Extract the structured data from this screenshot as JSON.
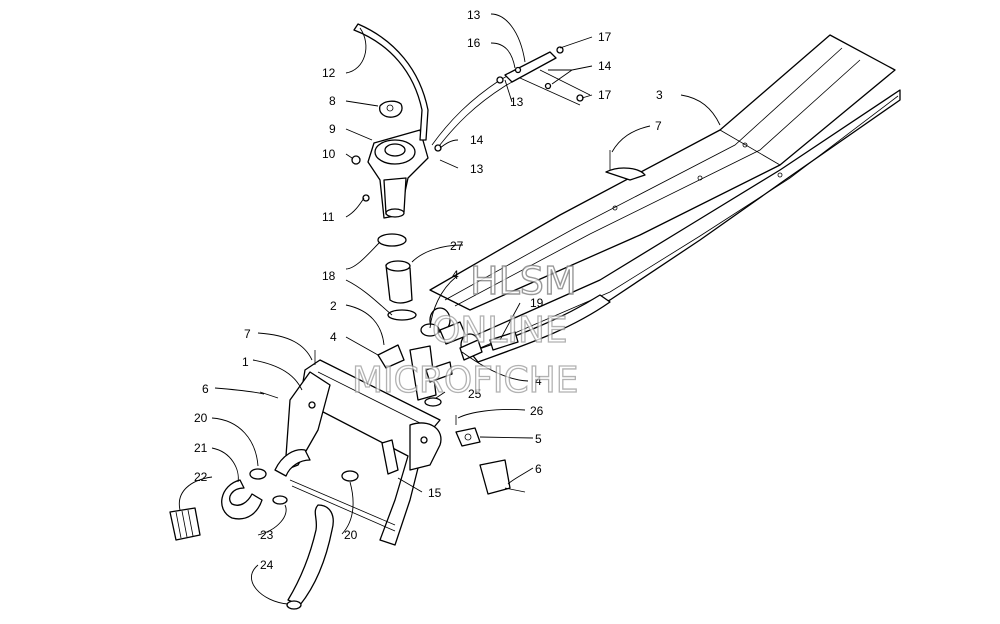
{
  "watermark": {
    "line1": "HLSM",
    "line2": "ONLINE",
    "line3": "MICROFICHE"
  },
  "callouts": {
    "c1": "1",
    "c2": "2",
    "c3": "3",
    "c4a": "4",
    "c4b": "4",
    "c4c": "4",
    "c5": "5",
    "c6a": "6",
    "c6b": "6",
    "c7a": "7",
    "c7b": "7",
    "c8": "8",
    "c9": "9",
    "c10": "10",
    "c11": "11",
    "c12": "12",
    "c13a": "13",
    "c13b": "13",
    "c13c": "13",
    "c14a": "14",
    "c14b": "14",
    "c15": "15",
    "c16": "16",
    "c17a": "17",
    "c17b": "17",
    "c18": "18",
    "c19": "19",
    "c20a": "20",
    "c20b": "20",
    "c21": "21",
    "c22": "22",
    "c23": "23",
    "c24": "24",
    "c25": "25",
    "c26": "26",
    "c27": "27"
  }
}
